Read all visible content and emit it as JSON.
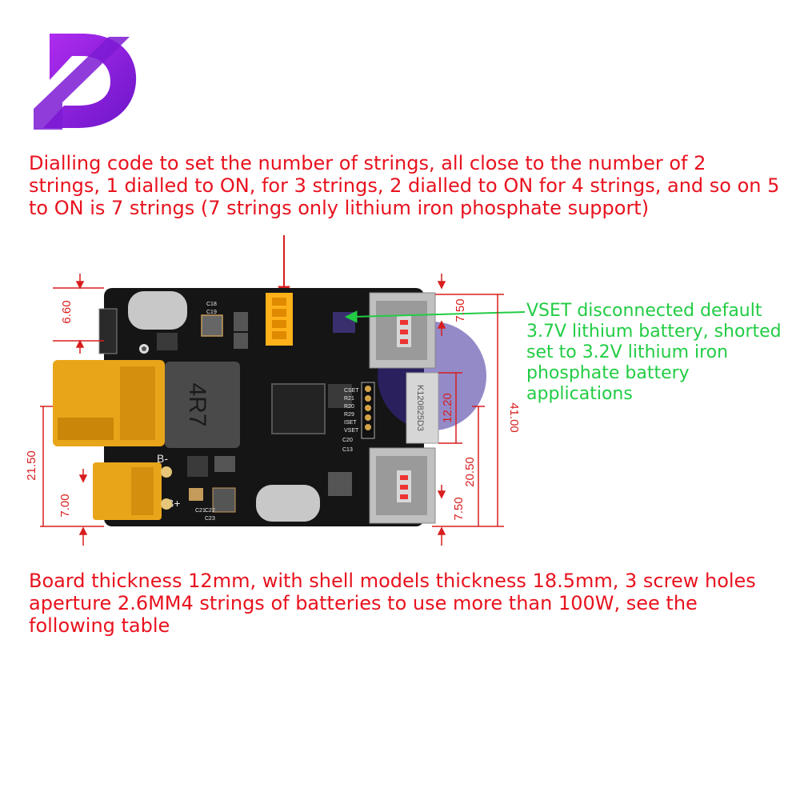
{
  "colors": {
    "annotation_red": "#e8121e",
    "annotation_green": "#22cc44",
    "logo_purple": "#8a1fd6",
    "pcb": "#151515",
    "xt_connector": "#e8a51a",
    "dimension_red": "#d81e1e"
  },
  "logo": {
    "icon": "brand-d-logo-icon"
  },
  "notes": {
    "top": "Dialling code to set the number of strings, all close to the number of 2 strings, 1 dialled to ON, for 3 strings, 2 dialled to ON for 4 strings, and so on 5 to ON is 7 strings (7 strings only lithium iron phosphate support)",
    "vset": "VSET disconnected default 3.7V lithium battery, shorted set to 3.2V lithium iron phosphate battery applications",
    "bottom": "Board thickness 12mm, with shell models thickness 18.5mm, 3 screw holes aperture 2.6MM4 strings of batteries to use more than 100W, see the following table"
  },
  "dimensions": {
    "left_top": "6.60",
    "left_height": "21.50",
    "left_bottom": "7.00",
    "right_top": "7.50",
    "right_middle": "12.20",
    "right_lower": "20.50",
    "right_bottom": "7.50",
    "overall_height": "41.00"
  },
  "board": {
    "inductor": "4R7",
    "module_code": "K120825D3",
    "terminal_minus": "B-",
    "terminal_plus": "B+",
    "pins": [
      "CSET",
      "R21",
      "R20",
      "R29",
      "ISET",
      "VSET"
    ],
    "caps": [
      "C18",
      "C19",
      "C20",
      "C13",
      "C21",
      "C22",
      "C23"
    ]
  }
}
